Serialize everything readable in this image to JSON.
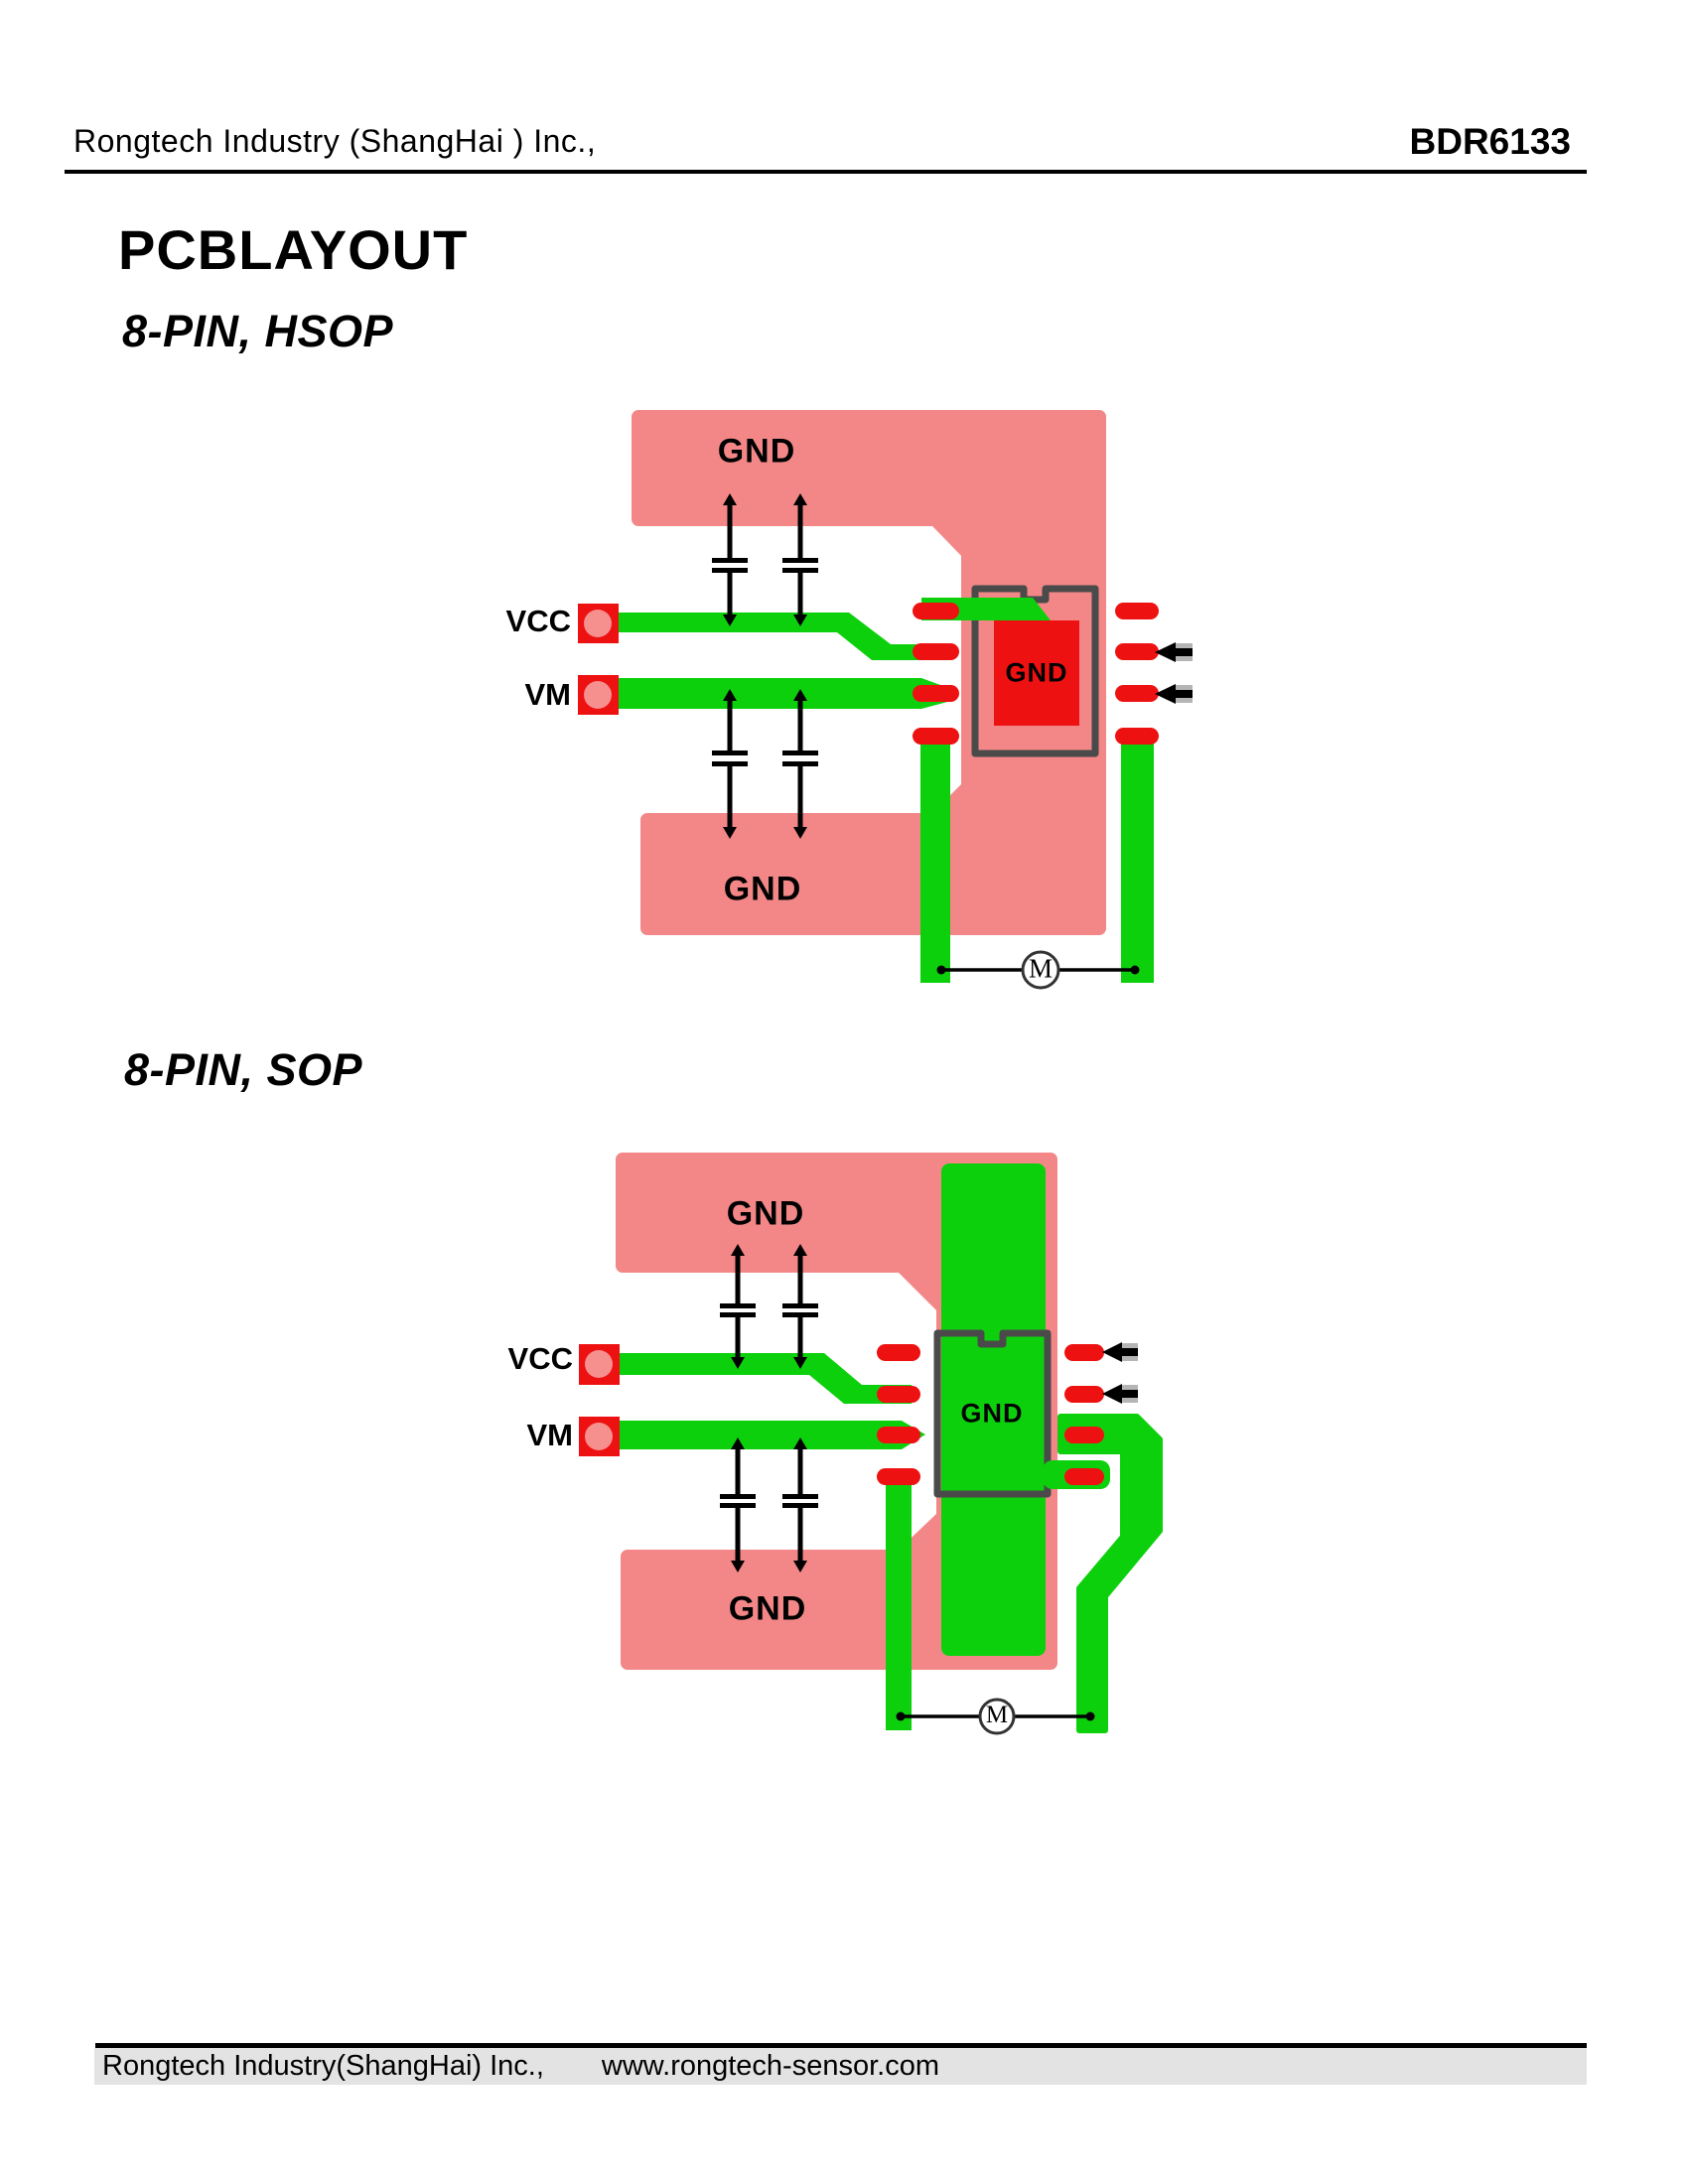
{
  "header": {
    "company": "Rongtech Industry (ShangHai ) Inc.,",
    "part_number": "BDR6133"
  },
  "page_title": "PCBLAYOUT",
  "sections": [
    {
      "heading": "8-PIN, HSOP"
    },
    {
      "heading": "8-PIN, SOP"
    }
  ],
  "diagram_labels": {
    "hsop": {
      "gnd_top": "GND",
      "gnd_bottom": "GND",
      "chip_gnd": "GND",
      "vcc": "VCC",
      "vm": "VM",
      "motor": "M"
    },
    "sop": {
      "gnd_top": "GND",
      "gnd_bottom": "GND",
      "chip_gnd": "GND",
      "vcc": "VCC",
      "vm": "VM",
      "motor": "M"
    }
  },
  "colors": {
    "copper_pink": "#f38787",
    "trace_green": "#0dd00d",
    "pad_red": "#ee1111",
    "chip_outline": "#4a4a4a",
    "arrow_gray": "#b5b5b5",
    "footer_band": "#e3e3e3"
  },
  "footer": {
    "company": "Rongtech Industry(ShangHai) Inc.,",
    "website": "www.rongtech-sensor.com"
  }
}
